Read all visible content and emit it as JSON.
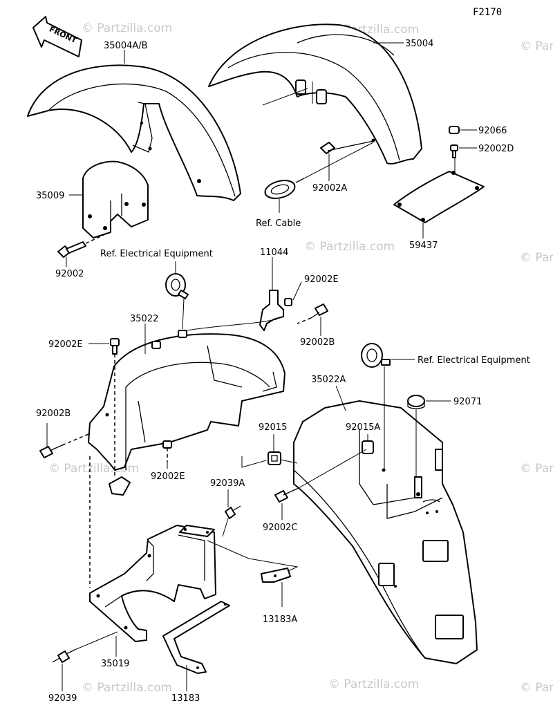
{
  "figure_code": "F2170",
  "front_label": "FRONT",
  "watermark": "© Partzilla.com",
  "parts": {
    "p35004AB": "35004A/B",
    "p35004": "35004",
    "p35009": "35009",
    "p92002": "92002",
    "p92066": "92066",
    "p92002D": "92002D",
    "p92002A": "92002A",
    "p59437": "59437",
    "p11044": "11044",
    "p92002E_a": "92002E",
    "p35022": "35022",
    "p92002E_b": "92002E",
    "p92002B_a": "92002B",
    "p92002B_b": "92002B",
    "p35022A": "35022A",
    "p92071": "92071",
    "p92015": "92015",
    "p92015A": "92015A",
    "p92002E_c": "92002E",
    "p92039A": "92039A",
    "p92002C": "92002C",
    "p13183A": "13183A",
    "p35019": "35019",
    "p92039": "92039",
    "p13183": "13183"
  },
  "refs": {
    "cable": "Ref. Cable",
    "electrical_1": "Ref. Electrical Equipment",
    "electrical_2": "Ref. Electrical Equipment"
  }
}
